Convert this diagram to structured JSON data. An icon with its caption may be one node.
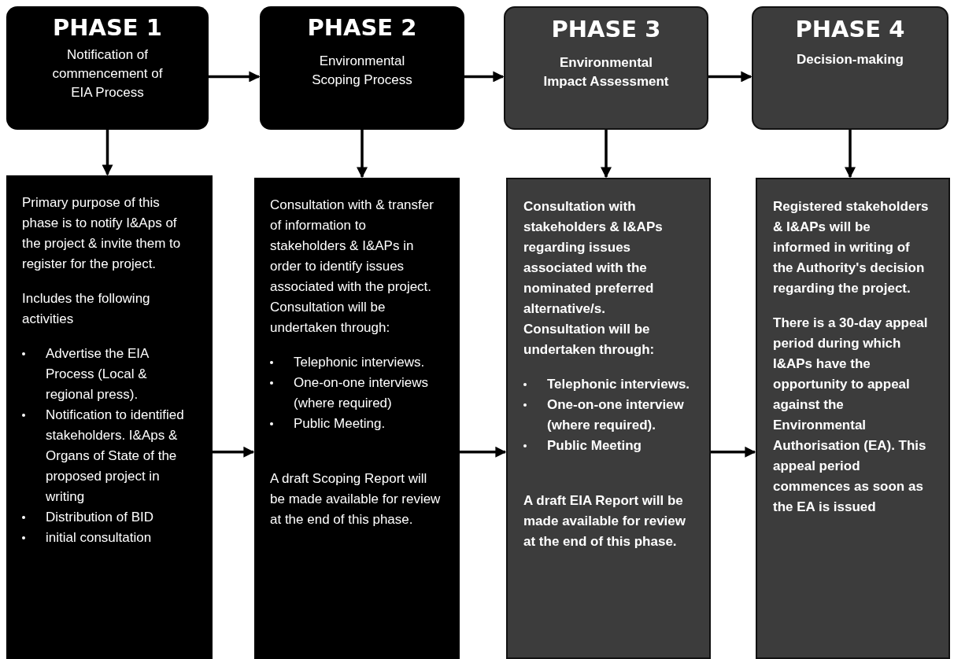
{
  "diagram": {
    "nodes": [
      {
        "text": [
          "PHASE 1",
          "Notification of commencement of EIA Process"
        ]
      },
      {
        "text": [
          "PHASE 2",
          "Environmental Scoping Process"
        ]
      },
      {
        "text": [
          "PHASE 3",
          "Environmental Impact Assessment"
        ]
      },
      {
        "text": [
          "PHASE 4",
          "Decision-making"
        ]
      },
      {
        "text": [
          "Primary purpose of this phase is to notify I&Aps of the project & invite them to register for the project.",
          "Includes the following activities",
          "Advertise the EIA Process (Local & regional press).",
          "Notification to identified stakeholders. I&Aps & Organs of State of the proposed project in writing",
          "Distribution of BID",
          "initial consultation"
        ]
      },
      {
        "text": [
          "Consultation with & transfer of information to stakeholders & I&APs in order to identify issues associated with the project. Consultation will be undertaken through:",
          "Telephonic interviews.",
          "One-on-one interviews (where required)",
          "Public Meeting.",
          "A draft Scoping Report will be made available for review at the end of this phase."
        ]
      },
      {
        "text": [
          "Consultation with stakeholders & I&APs regarding issues associated with the nominated preferred alternative/s. Consultation will be undertaken through:",
          "Telephonic interviews.",
          "One-on-one interview (where required).",
          "Public Meeting",
          "A draft EIA Report will be made available for review at the end of this phase."
        ]
      },
      {
        "text": [
          "Registered stakeholders & I&APs will be informed in writing of the Authority's decision regarding the project.",
          "There is a 30-day appeal period during which I&APs have the opportunity to appeal against the Environmental Authorisation  (EA). This appeal period commences as soon as the EA is issued"
        ]
      }
    ],
    "edges": [
      {
        "from": 0,
        "to": 1,
        "arrow": "to"
      },
      {
        "from": 1,
        "to": 2,
        "arrow": "to"
      },
      {
        "from": 2,
        "to": 3,
        "arrow": "to"
      },
      {
        "from": 0,
        "to": 4,
        "arrow": "to"
      },
      {
        "from": 1,
        "to": 5,
        "arrow": "to"
      },
      {
        "from": 2,
        "to": 6,
        "arrow": "to"
      },
      {
        "from": 3,
        "to": 7,
        "arrow": "to"
      },
      {
        "from": 4,
        "to": 5,
        "arrow": "to"
      },
      {
        "from": 5,
        "to": 6,
        "arrow": "to"
      },
      {
        "from": 6,
        "to": 7,
        "arrow": "to"
      }
    ]
  }
}
